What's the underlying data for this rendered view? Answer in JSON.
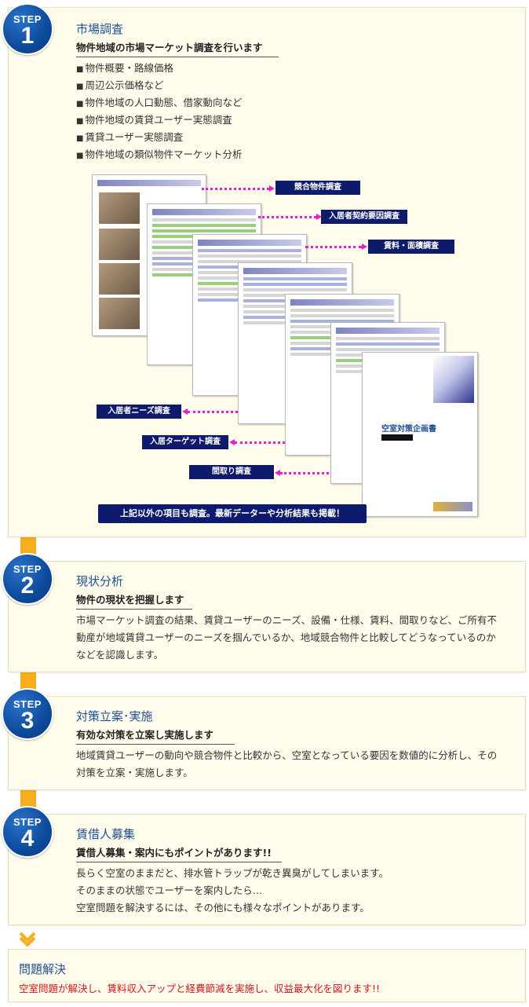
{
  "step_label": "STEP",
  "step1": {
    "number": "1",
    "title": "市場調査",
    "subtitle": "物件地域の市場マーケット調査を行います",
    "items": [
      "物件概要・路線価格",
      "周辺公示価格など",
      "物件地域の人口動態、借家動向など",
      "物件地域の賃貸ユーザー実態調査",
      "賃貸ユーザー実態調査",
      "物件地域の類似物件マーケット分析"
    ],
    "report_tags": {
      "competing": "競合物件調査",
      "contract": "入居者契約要因調査",
      "rent": "賃料・面積調査",
      "needs": "入居者ニーズ調査",
      "target": "入居ターゲット調査",
      "layout": "間取り調査"
    },
    "banner": "上記以外の項目も調査。最新データーや分析結果も掲載！",
    "cover_title": "空室対策企画書"
  },
  "step2": {
    "number": "2",
    "title": "現状分析",
    "subtitle": "物件の現状を把握します",
    "lines": [
      "市場マーケット調査の結果、賃貸ユーザーのニーズ、設備・仕様、賃料、間取りなど、ご所有不",
      "動産が地域賃貸ユーザーのニーズを掴んでいるか、地域競合物件と比較してどうなっているのか",
      "などを認識します。"
    ]
  },
  "step3": {
    "number": "3",
    "title": "対策立案･実施",
    "subtitle": "有効な対策を立案し実施します",
    "lines": [
      "地域賃貸ユーザーの動向や競合物件と比較から、空室となっている要因を数値的に分析し、その",
      "対策を立案・実施します。"
    ]
  },
  "step4": {
    "number": "4",
    "title": "賃借人募集",
    "subtitle": "賃借人募集・案内にもポイントがあります!!",
    "lines": [
      "長らく空室のままだと、排水管トラップが乾き異臭がしてしまいます。",
      "そのままの状態でユーザーを案内したら…",
      "空室問題を解決するには、その他にも様々なポイントがあります。"
    ]
  },
  "result": {
    "title": "問題解決",
    "text": "空室問題が解決し、賃料収入アップと経費節減を実施し、収益最大化を図ります!!"
  },
  "colors": {
    "accent_blue": "#1f4f95",
    "badge_blue": "#0d4a9c",
    "connector_orange": "#f7ad1c",
    "tag_navy": "#0e1a6b",
    "arrow_magenta": "#e81ecf",
    "result_red": "#d0161a",
    "panel_bg": "#fffcec"
  }
}
